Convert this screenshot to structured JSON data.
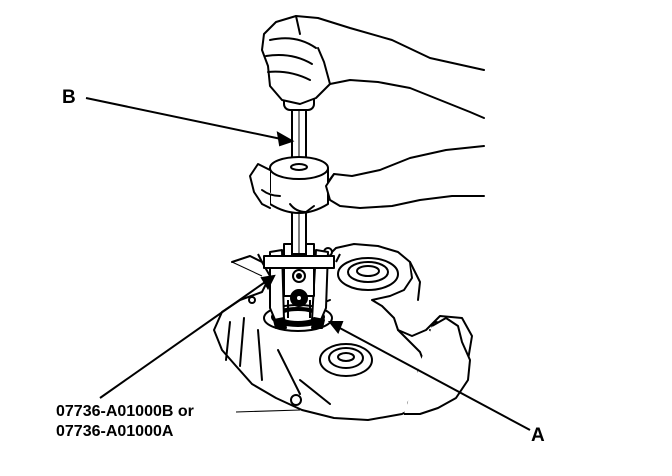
{
  "callouts": {
    "b": "B",
    "a": "A",
    "tool_line_1": "07736-A01000B or",
    "tool_line_2": "07736-A01000A"
  },
  "colors": {
    "ink": "#000000",
    "paper": "#ffffff"
  }
}
